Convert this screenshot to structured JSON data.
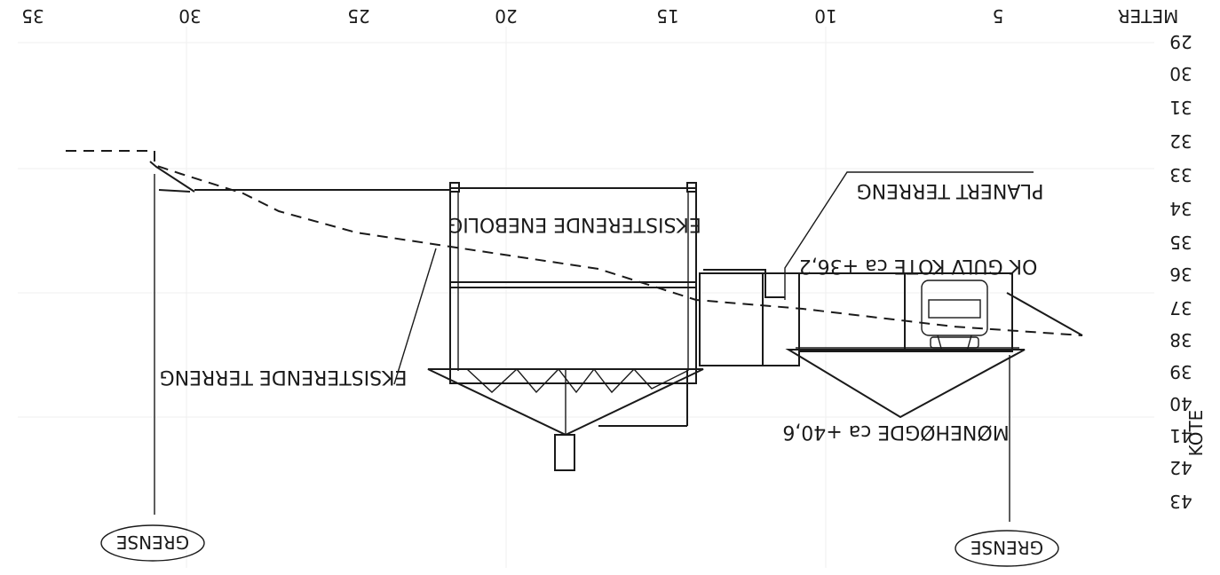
{
  "axis": {
    "meter_label": "METER",
    "kote_label": "KOTE",
    "meter_ticks": [
      "5",
      "10",
      "15",
      "20",
      "25",
      "30",
      "35"
    ],
    "kote_ticks": [
      "29",
      "30",
      "31",
      "32",
      "33",
      "34",
      "35",
      "36",
      "37",
      "38",
      "39",
      "40",
      "41",
      "42",
      "43"
    ]
  },
  "labels": {
    "planert_terreng": "PLANERT TERRENG",
    "eksisterende_enebolig": "EKSISTERENDE ENEBOLIG",
    "ok_gulv_kote": "OK GULV KOTE ca +36,2",
    "eksisterende_terreng": "EKSISTERENDE TERRENG",
    "monehogde": "MØNEHØGDE ca +40,6",
    "grense_left": "GRENSE",
    "grense_right": "GRENSE"
  },
  "colors": {
    "line": "#1a1a1a",
    "background": "#ffffff"
  }
}
